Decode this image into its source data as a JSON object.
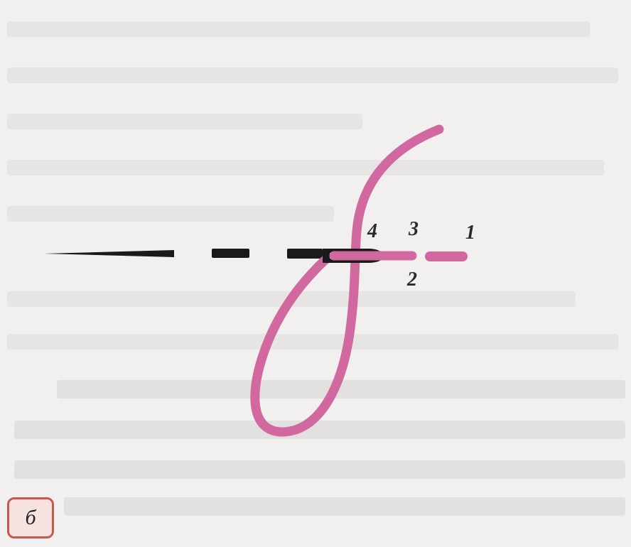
{
  "diagram": {
    "labels": {
      "point_1": "1",
      "point_2": "2",
      "point_3": "3",
      "point_4": "4"
    },
    "colors": {
      "thread": "#d268a0",
      "thread_dark": "#b24a84",
      "needle": "#1a1a1a",
      "background": "#f1f0ef",
      "badge_border": "#c8584f",
      "badge_fill": "#f6e2df"
    }
  },
  "badge": {
    "label": "б"
  }
}
